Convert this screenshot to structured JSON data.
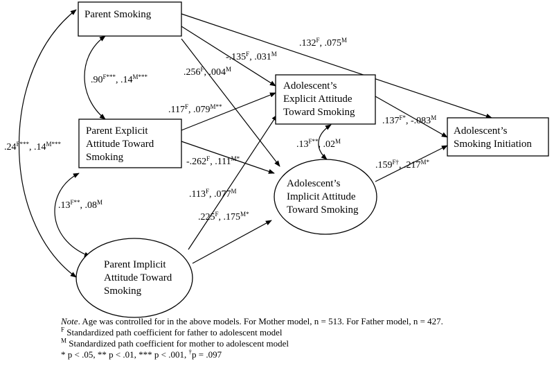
{
  "nodes": {
    "parent_smoking": [
      "Parent Smoking"
    ],
    "parent_explicit": [
      "Parent Explicit",
      "Attitude Toward",
      "Smoking"
    ],
    "parent_implicit": [
      "Parent Implicit",
      "Attitude Toward",
      "Smoking"
    ],
    "adol_explicit": [
      "Adolescent’s",
      "Explicit Attitude",
      "Toward Smoking"
    ],
    "adol_implicit": [
      "Adolescent’s",
      "Implicit Attitude",
      "Toward Smoking"
    ],
    "adol_initiation": [
      "Adolescent’s",
      "Smoking Initiation"
    ]
  },
  "edge_labels": {
    "ps_init": [
      [
        "t",
        ".132"
      ],
      [
        "s",
        "F"
      ],
      [
        "t",
        ", .075"
      ],
      [
        "s",
        "M"
      ]
    ],
    "ps_aexp": [
      [
        "t",
        "-.135"
      ],
      [
        "s",
        "F"
      ],
      [
        "t",
        ", .031"
      ],
      [
        "s",
        "M"
      ]
    ],
    "ps_aimp": [
      [
        "t",
        ".256"
      ],
      [
        "s",
        "F"
      ],
      [
        "t",
        ", .004"
      ],
      [
        "s",
        "M"
      ]
    ],
    "ps_pexp": [
      [
        "t",
        ".90"
      ],
      [
        "s",
        "F***"
      ],
      [
        "t",
        ", .14"
      ],
      [
        "s",
        "M***"
      ]
    ],
    "ps_pimp": [
      [
        "t",
        ".24"
      ],
      [
        "s",
        "F***"
      ],
      [
        "t",
        ", .14"
      ],
      [
        "s",
        "M***"
      ]
    ],
    "pexp_aexp": [
      [
        "t",
        ".117"
      ],
      [
        "s",
        "F"
      ],
      [
        "t",
        ", .079"
      ],
      [
        "s",
        "M**"
      ]
    ],
    "pexp_aimp": [
      [
        "t",
        "-.262"
      ],
      [
        "s",
        "F"
      ],
      [
        "t",
        ", .111"
      ],
      [
        "s",
        "M*"
      ]
    ],
    "pexp_pimp": [
      [
        "t",
        ".13"
      ],
      [
        "s",
        "F**"
      ],
      [
        "t",
        ", .08"
      ],
      [
        "s",
        "M"
      ]
    ],
    "aexp_aimp": [
      [
        "t",
        ".13"
      ],
      [
        "s",
        "F**"
      ],
      [
        "t",
        ", .02"
      ],
      [
        "s",
        "M"
      ]
    ],
    "aexp_init": [
      [
        "t",
        ".137"
      ],
      [
        "s",
        "F*"
      ],
      [
        "t",
        ", -.083"
      ],
      [
        "s",
        "M"
      ]
    ],
    "aimp_init": [
      [
        "t",
        ".159"
      ],
      [
        "s",
        "F†"
      ],
      [
        "t",
        ", .217"
      ],
      [
        "s",
        "M*"
      ]
    ],
    "pimp_aexp": [
      [
        "t",
        ".113"
      ],
      [
        "s",
        "F"
      ],
      [
        "t",
        ", .077"
      ],
      [
        "s",
        "M"
      ]
    ],
    "pimp_aimp": [
      [
        "t",
        ".225"
      ],
      [
        "s",
        "F"
      ],
      [
        "t",
        ", .175"
      ],
      [
        "s",
        "M*"
      ]
    ]
  },
  "note": {
    "note_italic": "Note",
    "note_text": ". Age was controlled for in the above models.  For Mother model, n = 513. For Father model, n = 427.",
    "f_sup": "F",
    "f_text": " Standardized path coefficient for father to adolescent model",
    "m_sup": "M",
    "m_text": " Standardized path coefficient for mother to adolescent model",
    "sig_text": "* p < .05, ** p < .01, *** p < .001, ",
    "dagger_sup": "†",
    "dagger_text": "p = .097"
  }
}
